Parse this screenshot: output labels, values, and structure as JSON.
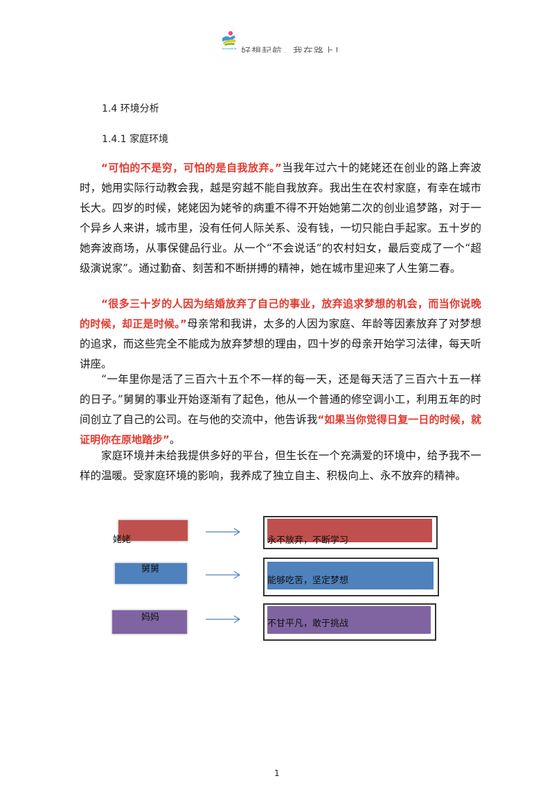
{
  "header": {
    "tagline": "好想起航，我在路上！",
    "logo_text": "DREAMRUN"
  },
  "section": {
    "title": "1.4 环境分析",
    "subsection_title": "1.4.1 家庭环境"
  },
  "paragraphs": {
    "p1": {
      "quote": "“可怕的不是穷，可怕的是自我放弃。”",
      "text": "当我年过六十的姥姥还在创业的路上奔波时，她用实际行动教会我，越是穷越不能自我放弃。我出生在农村家庭，有幸在城市长大。四岁的时候，姥姥因为姥爷的病重不得不开始她第二次的创业追梦路，对于一个异乡人来讲，城市里，没有任何人际关系、没有钱，一切只能白手起家。五十岁的她奔波商场，从事保健品行业。从一个“不会说话”的农村妇女，最后变成了一个“超级演说家”。通过勤奋、刻苦和不断拼搏的精神，她在城市里迎来了人生第二春。"
    },
    "p2": {
      "quote": "“很多三十岁的人因为结婚放弃了自己的事业，放弃追求梦想的机会，而当你说晚的时候，却正是时候。”",
      "text": "母亲常和我讲，太多的人因为家庭、年龄等因素放弃了对梦想的追求，而这些完全不能成为放弃梦想的理由，四十岁的母亲开始学习法律，每天听讲座。"
    },
    "p3": {
      "text": "“一年里你是活了三百六十五个不一样的每一天，还是每天活了三百六十五一样的日子。”舅舅的事业开始逐渐有了起色，他从一个普通的修空调小工，利用五年的时间创立了自己的公司。在与他的交流中，他告诉我",
      "quote": "“如果当你觉得日复一日的时候，就证明你在原地踏步”",
      "tail": "。"
    },
    "p4": {
      "text": "家庭环境并未给我提供多好的平台，但生长在一个充满爱的环境中，给予我不一样的温暖。受家庭环境的影响，我养成了独立自主、积极向上、永不放弃的精神。"
    }
  },
  "diagram": {
    "rows": [
      {
        "person": "姥姥",
        "trait": "永不放弃，不断学习",
        "color": "#c0504d"
      },
      {
        "person": "舅舅",
        "trait": "能够吃苦，坚定梦想",
        "color": "#4f81bd"
      },
      {
        "person": "妈妈",
        "trait": "不甘平凡，敢于挑战",
        "color": "#8064a2"
      }
    ],
    "arrow_color": "#4f81bd"
  },
  "page_number": "1"
}
